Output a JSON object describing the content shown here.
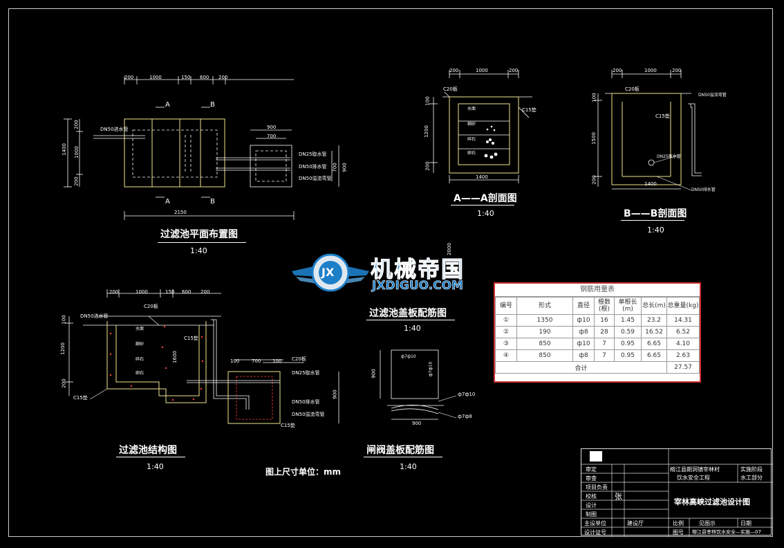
{
  "drawing": {
    "plan_title": "过滤池平面布置图",
    "plan_scale": "1:40",
    "aa_title": "A——A剖面图",
    "aa_scale": "1:40",
    "bb_title": "B——B剖面图",
    "bb_scale": "1:40",
    "structure_title": "过滤池结构图",
    "structure_scale": "1:40",
    "cover_title": "过滤池盖板配筋图",
    "cover_scale": "1:40",
    "valve_title": "闸阀盖板配筋图",
    "valve_scale": "1:40",
    "unit_note": "图上尺寸单位：mm"
  },
  "plan": {
    "dims_top": [
      "200",
      "1000",
      "150",
      "600",
      "200"
    ],
    "dims_left": [
      "200",
      "1000",
      "200"
    ],
    "dim_left_total": "1400",
    "dim_bottom": "2150",
    "sec_a": "A",
    "sec_b": "B",
    "pipe_in": "DN50进水管",
    "pipe_out1": "DN25取水管",
    "pipe_out2": "DN50排水管",
    "pipe_out3": "DN50溢流弯管",
    "box_w1": "900",
    "box_w2": "700",
    "box_h1": "900",
    "box_h2": "700"
  },
  "aa": {
    "dims_top": [
      "200",
      "1000",
      "200"
    ],
    "dims_left": [
      "100",
      "1200",
      "200"
    ],
    "dim_bottom": "1400",
    "c20": "C20板",
    "c15": "C15垫",
    "layers": [
      "水面",
      "细砂",
      "碎石",
      "卵石"
    ]
  },
  "bb": {
    "dims_top": [
      "200",
      "1000",
      "200"
    ],
    "dims_left": [
      "100",
      "1500",
      "200"
    ],
    "dim_bottom": "1400",
    "c20": "C20板",
    "c15": "C15垫",
    "pipe1": "DN50溢流弯管",
    "pipe2": "DN25取水管",
    "pipe3": "DN50排水管"
  },
  "structure": {
    "dims_top": [
      "200",
      "1000",
      "150",
      "600",
      "200"
    ],
    "dims_left": [
      "100",
      "1200",
      "200"
    ],
    "pipe_in": "DN50进水管",
    "c20": "C20板",
    "c15": "C15垫",
    "c15b": "C15垫",
    "c20b": "C20板",
    "dim_mid": "1600",
    "dims_box": [
      "100",
      "700",
      "100"
    ],
    "pipe1": "DN25取水管",
    "pipe2": "DN50排水管",
    "pipe3": "DN50溢流弯管",
    "dim_right": "900",
    "layers": [
      "水面",
      "细砂",
      "碎石",
      "卵石"
    ]
  },
  "cover": {
    "dim_left": "900",
    "rebar1": "ф7ф10",
    "rebar2": "ф7ф10",
    "rebar3": "ф7ф10",
    "rebar4": "ф7ф8",
    "dim_bottom": "900",
    "side_dim": "2000"
  },
  "rebar_table": {
    "caption": "钢筋用量表",
    "headers": [
      "编号",
      "形式",
      "直径",
      "根数(根)",
      "单根长(m)",
      "总长(m)",
      "总重量(kg)"
    ],
    "rows": [
      [
        "①",
        "1350",
        "ф10",
        "16",
        "1.45",
        "23.2",
        "14.31"
      ],
      [
        "②",
        "190",
        "ф8",
        "28",
        "0.59",
        "16.52",
        "6.52"
      ],
      [
        "③",
        "850",
        "ф10",
        "7",
        "0.95",
        "6.65",
        "4.10"
      ],
      [
        "④",
        "850",
        "ф8",
        "7",
        "0.95",
        "6.65",
        "2.63"
      ]
    ],
    "total_label": "合计",
    "total_value": "27.57"
  },
  "title_block": {
    "roles": [
      "审定",
      "审查",
      "项目负责",
      "校核",
      "设计",
      "制图",
      "主设单位",
      "设计证号"
    ],
    "signature": "张",
    "design_unit": "建设厅",
    "project_line1": "榕江县朗洞镇宰林村",
    "project_line2": "饮水安全工程",
    "stage1": "实施阶段",
    "stage2": "水工部分",
    "drawing_name": "宰林高峡过滤池设计图",
    "scale_label": "比例",
    "scale_value": "见图示",
    "date_label": "日期",
    "number_label": "图号",
    "number_value": "榕江县宰林饮水安全—实施—07"
  },
  "watermark": {
    "cn": "机械帝国",
    "en": "JXDIGUO.COM",
    "emblem": "JX"
  },
  "colors": {
    "background": "#000000",
    "lines": "#ffffff",
    "walls": "#f0e68c",
    "concrete": "#ff4040",
    "pipes": "#ffffff",
    "watermark_blue": "#1d7fc8"
  }
}
